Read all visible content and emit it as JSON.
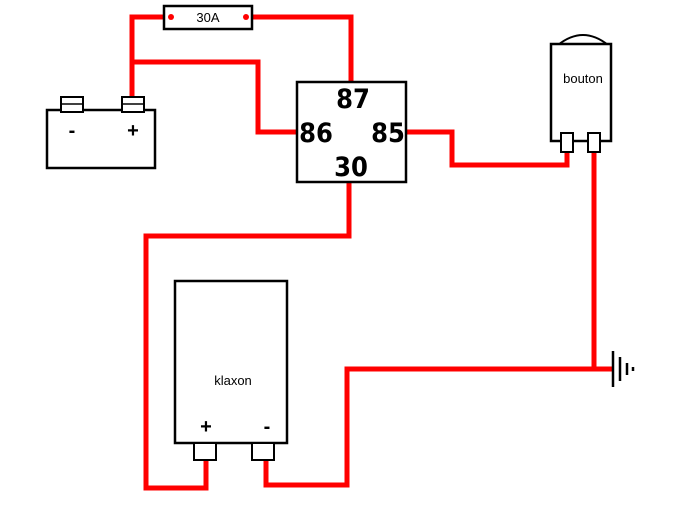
{
  "fuse": {
    "label": "30A"
  },
  "battery": {
    "minus": "-",
    "plus": "+"
  },
  "relay": {
    "pin87": "87",
    "pin86": "86",
    "pin85": "85",
    "pin30": "30"
  },
  "button": {
    "label": "bouton"
  },
  "horn": {
    "label": "klaxon",
    "plus": "+",
    "minus": "-"
  },
  "colors": {
    "wire": "#ff0000",
    "outline": "#000000",
    "background": "#ffffff"
  },
  "icons": {
    "ground": "ground-icon"
  }
}
